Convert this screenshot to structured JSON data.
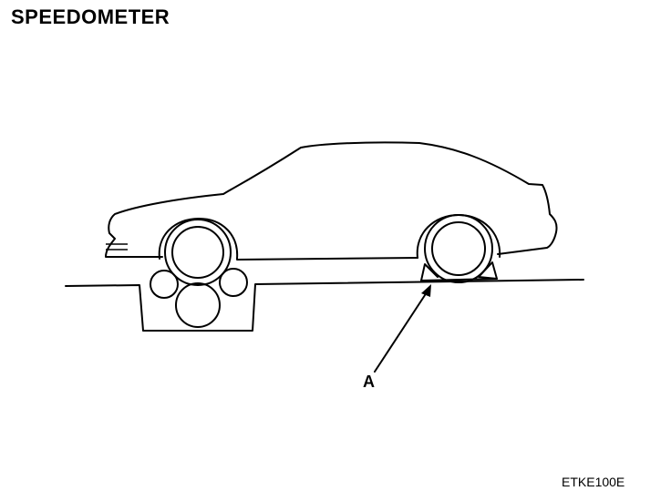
{
  "title": "SPEEDOMETER",
  "callout_label": "A",
  "figure_id": "ETKE100E",
  "colors": {
    "line": "#000000",
    "background": "#ffffff"
  }
}
